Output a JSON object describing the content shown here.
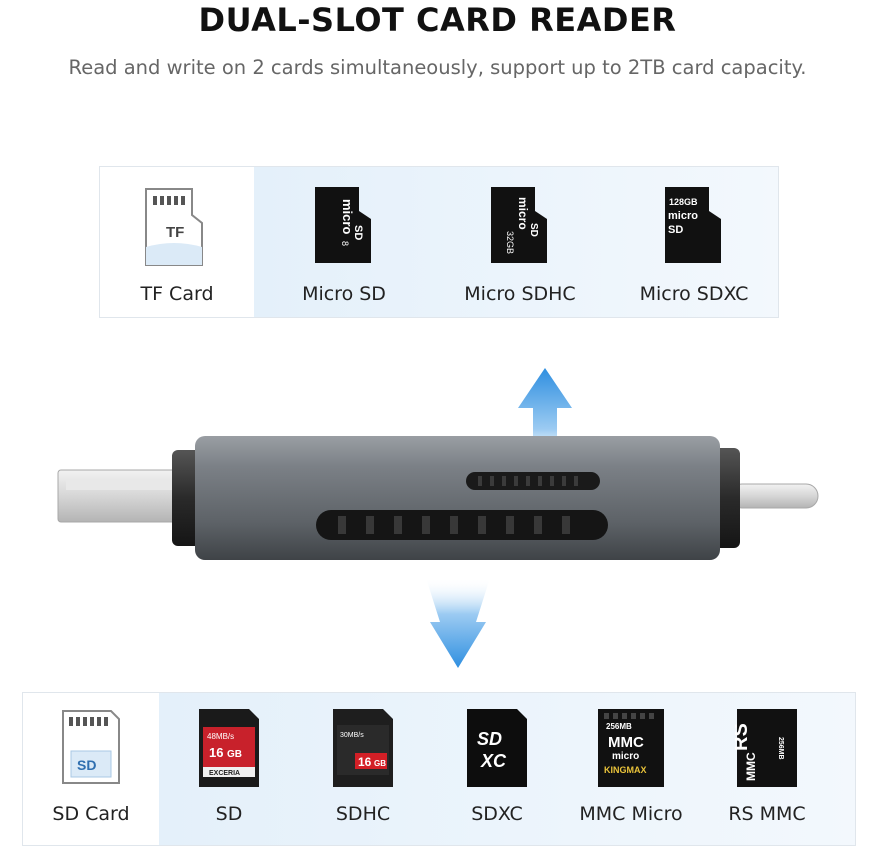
{
  "header": {
    "title": "DUAL-SLOT CARD READER",
    "subtitle": "Read and write on 2 cards simultaneously, support up to 2TB card capacity."
  },
  "tf_row": {
    "category_label": "TF Card",
    "category_icon": "tf-card-outline-icon",
    "category_icon_text": "TF",
    "cards": [
      {
        "label": "Micro SD",
        "icon": "micro-sd-card-icon",
        "print_main": "micro",
        "print_sub": "SD",
        "print_cap": "8"
      },
      {
        "label": "Micro SDHC",
        "icon": "micro-sdhc-card-icon",
        "print_main": "micro",
        "print_sub": "SD",
        "print_cap": "32GB"
      },
      {
        "label": "Micro SDXC",
        "icon": "micro-sdxc-card-icon",
        "print_main": "micro",
        "print_sub": "SD",
        "print_cap": "128GB"
      }
    ]
  },
  "sd_row": {
    "category_label": "SD Card",
    "category_icon": "sd-card-outline-icon",
    "category_icon_text": "SD",
    "cards": [
      {
        "label": "SD",
        "icon": "sd-card-icon",
        "print_top": "48MB/s",
        "print_cap": "16",
        "print_unit": "GB",
        "print_brand": "EXCERIA"
      },
      {
        "label": "SDHC",
        "icon": "sdhc-card-icon",
        "print_top": "30MB/s",
        "print_cap": "16",
        "print_unit": "GB"
      },
      {
        "label": "SDXC",
        "icon": "sdxc-card-icon",
        "print_top": "SD",
        "print_cap": "XC"
      },
      {
        "label": "MMC Micro",
        "icon": "mmc-micro-card-icon",
        "print_top": "256MB",
        "print_cap": "MMC",
        "print_sub": "micro",
        "print_brand": "KINGMAX"
      },
      {
        "label": "RS MMC",
        "icon": "rs-mmc-card-icon",
        "print_cap": "RS",
        "print_sub": "MMC",
        "print_top": "256MB"
      }
    ]
  },
  "colors": {
    "accent_blue": "#2f8fe0",
    "device_body": "#6f747a",
    "strip_tint": "#e9f3fb",
    "text": "#222222"
  }
}
